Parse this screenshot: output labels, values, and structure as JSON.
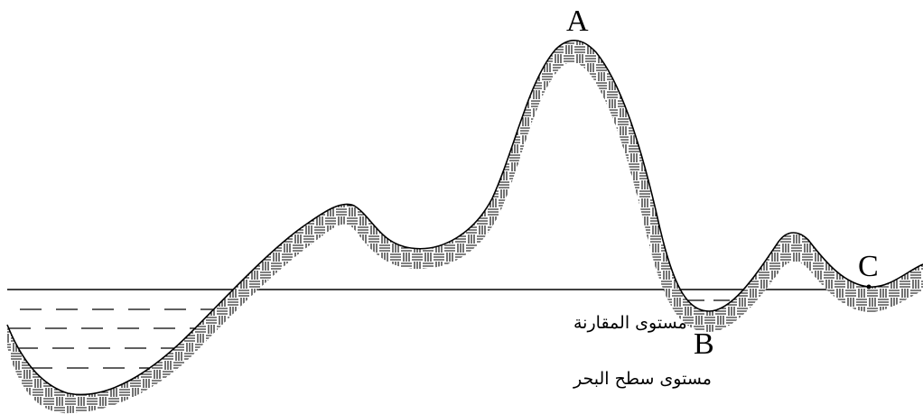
{
  "points": {
    "a": "A",
    "b": "B",
    "c": "C"
  },
  "labels": {
    "reference_level": "مستوى المقارنة",
    "sea_level": "مستوى سطح البحر"
  },
  "colors": {
    "ink": "#000000",
    "background": "#ffffff"
  }
}
